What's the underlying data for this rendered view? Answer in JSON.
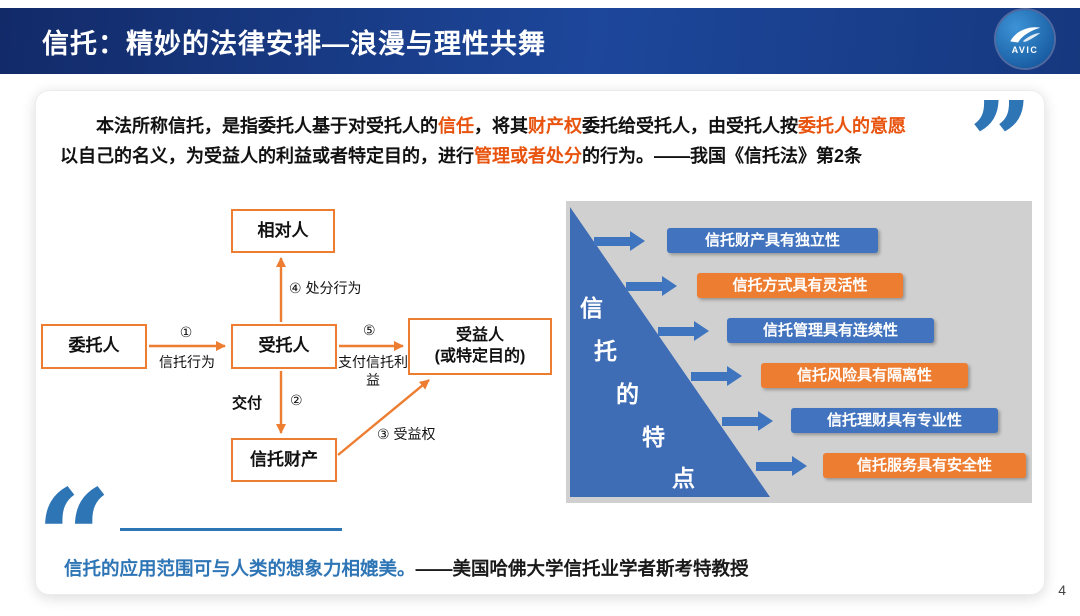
{
  "header": {
    "title": "信托：精妙的法律安排—浪漫与理性共舞",
    "logo_text": "AVIC"
  },
  "law_quote": {
    "line1": [
      {
        "text": "本法所称信托，是指委托人基于对受托人的"
      },
      {
        "text": "信任"
      },
      {
        "text": "，将其"
      },
      {
        "text": "财产权"
      },
      {
        "text": "委托给受托人，由受托人按"
      },
      {
        "text": "委托人的意愿"
      }
    ],
    "line2": [
      {
        "text": "以自己的名义，为受益人的利益或者特定目的，进行"
      },
      {
        "text": "管理或者处分"
      },
      {
        "text": "的行为。——我国《信托法》第2条"
      }
    ]
  },
  "flow": {
    "box_counterparty": "相对人",
    "box_settlor": "委托人",
    "box_trustee": "受托人",
    "box_beneficiary_line1": "受益人",
    "box_beneficiary_line2": "(或特定目的)",
    "box_property": "信托财产",
    "step1_num": "①",
    "step1_label": "信托行为",
    "step2_num": "②",
    "step2_label": "交付",
    "step3_label": "③ 受益权",
    "step4_label": "④ 处分行为",
    "step5_num": "⑤",
    "step5_label": "支付信托利益"
  },
  "features": {
    "triangle": [
      "信",
      "托",
      "的",
      "特",
      "点"
    ],
    "items": [
      {
        "label": "信托财产具有独立性",
        "color": "#4173BE"
      },
      {
        "label": "信托方式具有灵活性",
        "color": "#ED7D31"
      },
      {
        "label": "信托管理具有连续性",
        "color": "#4173BE"
      },
      {
        "label": "信托风险具有隔离性",
        "color": "#ED7D31"
      },
      {
        "label": "信托理财具有专业性",
        "color": "#4173BE"
      },
      {
        "label": "信托服务具有安全性",
        "color": "#ED7D31"
      }
    ]
  },
  "bottom_quote": {
    "text": "信托的应用范围可与人类的想象力相媲美。",
    "attribution": "——美国哈佛大学信托业学者斯考特教授"
  },
  "icons": {
    "quote_open": "“",
    "quote_close": "”"
  },
  "page_number": "4",
  "colors": {
    "header_blue": "#15336F",
    "accent_orange": "#ED7D31",
    "accent_blue": "#4173BE",
    "quote_blue": "#2E75B6",
    "highlight": "#E8530E",
    "panel_gray": "#D0D0D0"
  }
}
